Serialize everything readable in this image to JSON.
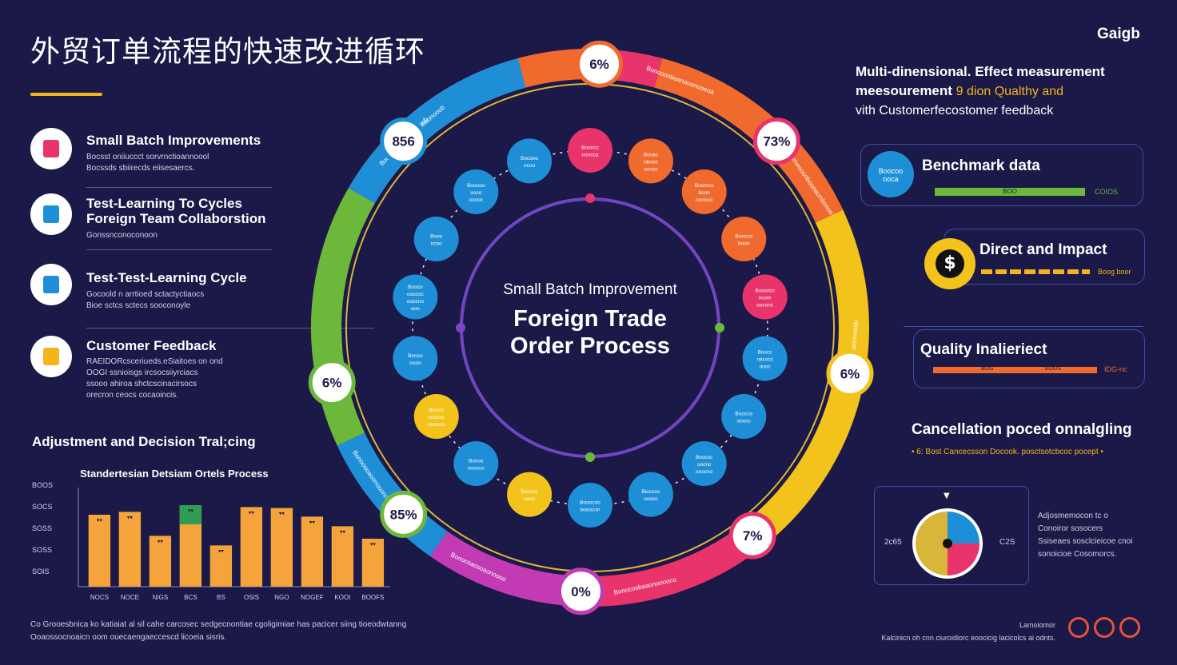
{
  "header": {
    "title": "外贸订单流程的快速改进循环",
    "brand": "Gaigb"
  },
  "left_items": [
    {
      "title": "Small Batch Improvements",
      "sub": "Bocsst oniiuccct sorvrnctioannoool\nBocssds sbiirecds eiisesaercs.",
      "color": "#e8346a"
    },
    {
      "title": "Test-Learning To Cycles",
      "title2": "Foreign Team Collaborstion",
      "sub": "Gonssnconoconoon",
      "color": "#1e8fd6"
    },
    {
      "title": "Test-Test-Learning Cycle",
      "sub": "Gocoold n arrtioed sctactyctiaocs\nBioe sctcs sctecs sooconoyle",
      "color": "#1e8fd6"
    },
    {
      "title": "Customer Feedback",
      "sub": "RAEIDORcsceriueds.eSiaitoes on ond\nOOGI ssnioisgs ircsocsiiyrciacs\nssooo ahiroa shctcscinacirsocs\norecron ceocs cocaoincis.",
      "color": "#f3b51b"
    }
  ],
  "chart_section": {
    "title": "Adjustment  and Decision Tral;cing",
    "subtitle": "Standertesian  Detsiam Ortels Process",
    "footnote": "Co Grooesbnica ko katiaiat al sil cahe carcosec sedgecnontiae cgoligimiae has pacicer siing tioeodwtanng\nOoaossocnoaicn oom ouecaengaeccescd licoeia sisris."
  },
  "chart_data": {
    "type": "bar",
    "categories": [
      "NOCS",
      "NOCE",
      "NIGS",
      "BCS",
      "BS",
      "OSIS",
      "NGO",
      "NOGEF",
      "KOOI",
      "BOOFS"
    ],
    "values": [
      0.75,
      0.78,
      0.53,
      0.85,
      0.43,
      0.83,
      0.82,
      0.73,
      0.63,
      0.5
    ],
    "highlight_values": [
      null,
      null,
      null,
      0.2,
      null,
      null,
      null,
      null,
      null,
      null
    ],
    "ytick_labels": [
      "BOOS",
      "SOCS",
      "SOSS",
      "SOSS",
      "SOIS"
    ],
    "ylim": [
      0,
      1
    ],
    "bar_color": "#f4a43a",
    "highlight_color": "#2f9e53"
  },
  "ring": {
    "center_small": "Small Batch Improvement",
    "center_big_1": "Foreign Trade",
    "center_big_2": "Order Process",
    "percents": [
      "6%",
      "73%",
      "6%",
      "7%",
      "0%",
      "85%",
      "6%",
      "856"
    ],
    "arc_labels": [
      "Bocosaaonbosmooonb",
      "Bonooosbaanooonooeoa",
      "Boiaoiosmeooonboooacmbosoo",
      "Booaooasoaonooosb",
      "Bonocosbaaonooooco",
      "Bonocoaosoaonoooo",
      "Bonooooaoonooonnooo",
      "Bonnoosbsoaonooob"
    ],
    "node_texts": [
      "Booncc\nooocca",
      "Bcnao\nnboos\nocnoc",
      "Boomco\nboon\nnoooco",
      "Boocco\nboon",
      "Booorco\nncom\nooconc",
      "Boocc\nnacocc\noooc",
      "Boocco\nooocc",
      "Boococ\noocnc\nonocno",
      "Biocoso\nooocc",
      "Booocoo\nbooocon",
      "Booccc\noooc",
      "Bocoo\nooocco",
      "Booco\nnoococ\nconcoo",
      "Bonco\noooo",
      "Bonco\nooococ\nooocno\nooo",
      "Booo\nncoo",
      "Booooo\nooco\nooooc",
      "Bocooo\nncoo"
    ],
    "colors": {
      "orange": "#ef6a2c",
      "pink": "#e8346a",
      "yellow": "#f3c31b",
      "green": "#6cb83a",
      "blue": "#1e8fd6",
      "magenta": "#c23bb4",
      "purple": "#7b45c8",
      "white": "#ffffff"
    }
  },
  "right_section": {
    "head1": "Multi-dinensional. Effect measurement",
    "head2": "meesourement",
    "head2b": "9 dion  Qualthy and",
    "head3": "vith Customerfecostomer feedback",
    "cards": [
      {
        "title": "Benchmark  data",
        "circle_text": "Boocoo\nooca",
        "bar_note": "BOO",
        "side_note": "COIOS",
        "color": "#6cb83a"
      },
      {
        "title": "Direct and  Impact",
        "symbol": "$",
        "side_note": "Boog boor",
        "color": "#f3b51b"
      },
      {
        "title": "Quality   Inalieriect",
        "bar_note": "BOG",
        "bar_note2": "EOOS",
        "side_note": "IDG-nc",
        "color": "#ef6a2c"
      }
    ],
    "cancel_title": "Cancellation  poced onnalgling",
    "cancel_sub": "• 6: Bost Cancecsson Docook. posctsotcbcoc pocept •",
    "pie_left": "2c65",
    "pie_right": "C2S",
    "pie_note": "Adjosmemocon tc o\nConoiror sosocers\nSsiseaes sosclcieicoe cnoi\nsonoicioe Cosomorcs.",
    "pie_slices": [
      {
        "value": 0.25,
        "color": "#1e8fd6"
      },
      {
        "value": 0.25,
        "color": "#e8346a"
      },
      {
        "value": 0.5,
        "color": "#d9b53a"
      }
    ],
    "footnote": "Lamoiomor\nKalcinicn oh cnn ciuroidiorc eoocicig lacicolcs ai odnts."
  }
}
